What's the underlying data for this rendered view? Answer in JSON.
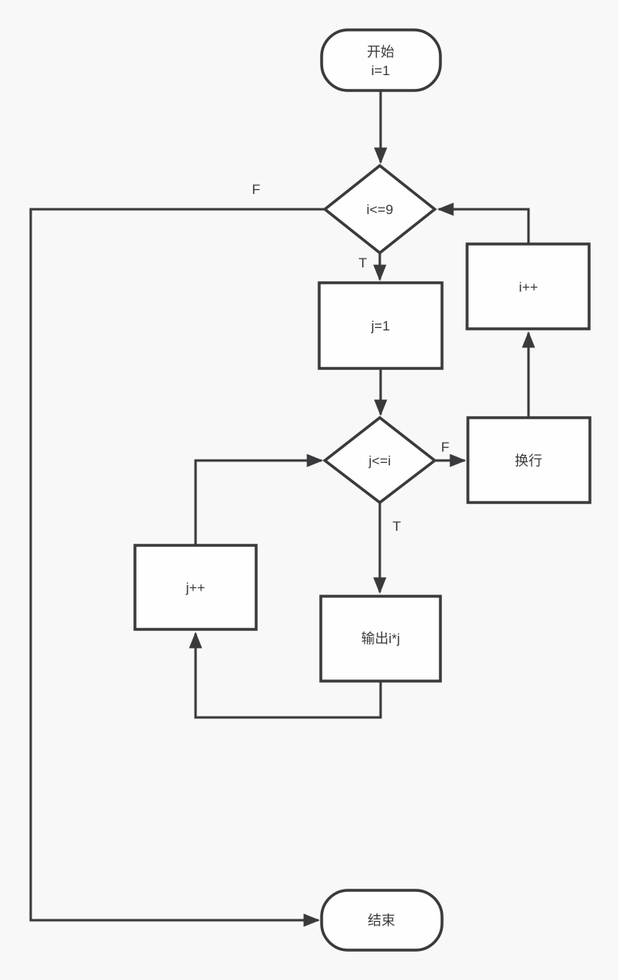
{
  "colors": {
    "background": "#f8f8f8",
    "shape_fill": "#fefefe",
    "stroke": "#3a3a3c",
    "text": "#3a3a3c"
  },
  "nodes": {
    "start": {
      "type": "terminator",
      "line1": "开始",
      "line2": "i=1"
    },
    "cond_outer": {
      "type": "decision",
      "label": "i<=9"
    },
    "init_j": {
      "type": "process",
      "label": "j=1"
    },
    "cond_inner": {
      "type": "decision",
      "label": "j<=i"
    },
    "newline": {
      "type": "process",
      "label": "换行"
    },
    "inc_i": {
      "type": "process",
      "label": "i++"
    },
    "inc_j": {
      "type": "process",
      "label": "j++"
    },
    "output": {
      "type": "process",
      "label": "输出i*j"
    },
    "end": {
      "type": "terminator",
      "label": "结束"
    }
  },
  "edge_labels": {
    "outer_false": "F",
    "outer_true": "T",
    "inner_false": "F",
    "inner_true": "T"
  }
}
